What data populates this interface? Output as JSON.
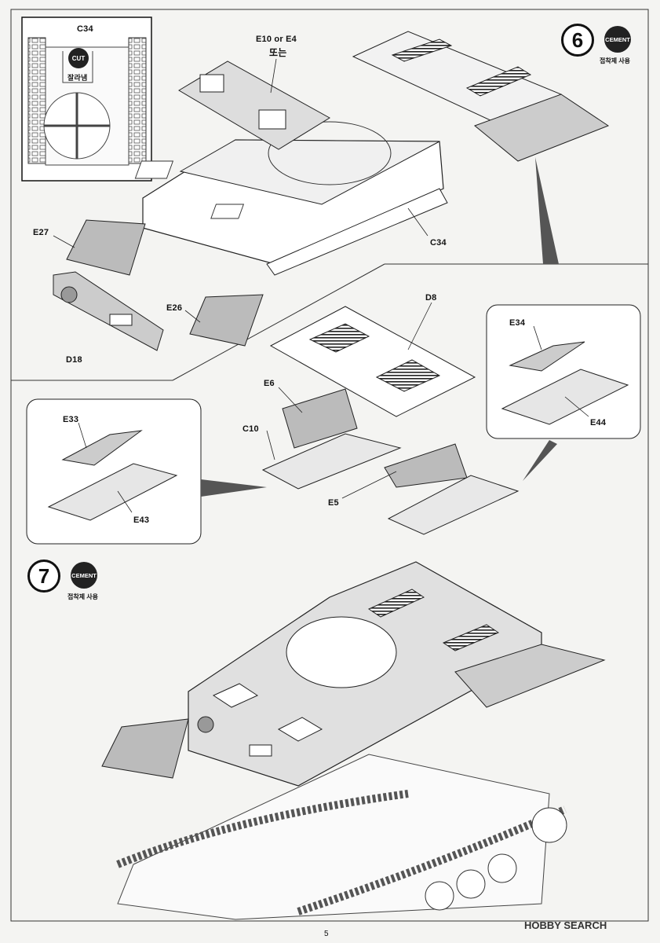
{
  "inset_labels": {
    "c34_top": "C34",
    "cut": "CUT",
    "cut_note": "잘라냄"
  },
  "step6": {
    "number": "6",
    "cement": "CEMENT",
    "cement_note": "접착제 사용"
  },
  "step7": {
    "number": "7",
    "cement": "CEMENT",
    "cement_note": "접착제 사용"
  },
  "labels": {
    "e10_e4": "E10  or  E4",
    "or_kr": "또는",
    "e27": "E27",
    "c34": "C34",
    "e26": "E26",
    "d18": "D18",
    "d8": "D8",
    "e34": "E34",
    "e44": "E44",
    "e6": "E6",
    "c10": "C10",
    "e33": "E33",
    "e43": "E43",
    "e5": "E5"
  },
  "page_number": "5",
  "watermark": {
    "brand": "HOBBY SEARCH"
  }
}
